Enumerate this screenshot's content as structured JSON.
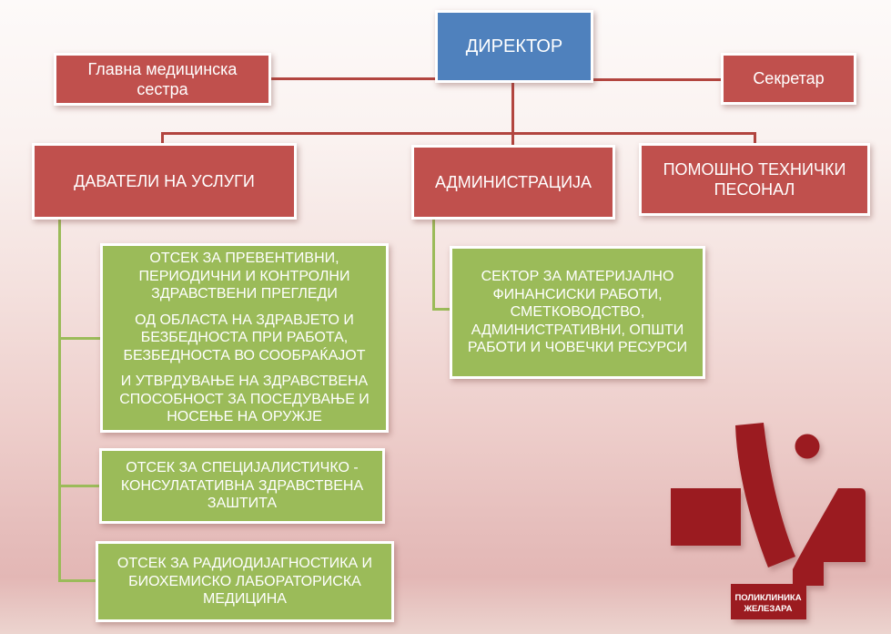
{
  "palette": {
    "director_blue": "#4f81bd",
    "node_red": "#c0504d",
    "node_green": "#9bbb59",
    "connector_red": "#b2453f",
    "connector_green": "#9bbb59",
    "logo_red": "#9b1b20"
  },
  "org": {
    "director": {
      "label": "ДИРЕКТОР"
    },
    "head_nurse": {
      "label": "Главна медицинска сестра"
    },
    "secretary": {
      "label": "Секретар"
    },
    "branches": {
      "providers": {
        "label": "ДАВАТЕЛИ НА УСЛУГИ"
      },
      "administration": {
        "label": "АДМИНИСТРАЦИЈА"
      },
      "support": {
        "label": "ПОМОШНО ТЕХНИЧКИ ПЕСОНАЛ"
      }
    },
    "provider_units": [
      {
        "paragraphs": [
          "ОТСЕК ЗА ПРЕВЕНТИВНИ, ПЕРИОДИЧНИ И КОНТРОЛНИ ЗДРАВСТВЕНИ ПРЕГЛЕДИ",
          "ОД ОБЛАСТА НА ЗДРАВЈЕТО И БЕЗБЕДНОСТА ПРИ РАБОТА, БЕЗБЕДНОСТА ВО СООБРАЌАЈОТ",
          "И УТВРДУВАЊЕ НА ЗДРАВСТВЕНА СПОСОБНОСТ ЗА ПОСЕДУВАЊЕ И НОСЕЊЕ НА ОРУЖЈЕ"
        ]
      },
      {
        "paragraphs": [
          "ОТСЕК  ЗА СПЕЦИЈАЛИСТИЧКО - КОНСУЛАТАТИВНА ЗДРАВСТВЕНА ЗАШТИТА"
        ]
      },
      {
        "paragraphs": [
          "ОТСЕК ЗА РАДИОДИЈАГНОСТИКА И БИОХЕМИСКО ЛАБОРАТОРИСКА МЕДИЦИНА"
        ]
      }
    ],
    "administration_units": [
      {
        "paragraphs": [
          "СЕКТОР ЗА МАТЕРИЈАЛНО ФИНАНСИСКИ РАБОТИ, СМЕТКОВОДСТВО, АДМИНИСТРАТИВНИ, ОПШТИ РАБОТИ И ЧОВЕЧКИ РЕСУРСИ"
        ]
      }
    ]
  },
  "logo": {
    "line1": "ПОЛИКЛИНИКА",
    "line2": "ЖЕЛЕЗАРА"
  }
}
